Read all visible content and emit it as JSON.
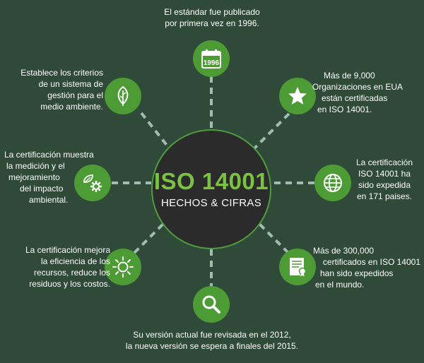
{
  "center": {
    "title": "ISO 14001",
    "subtitle": "HECHOS & CIFRAS"
  },
  "colors": {
    "background": "#2f4a39",
    "node": "#4d9b34",
    "accent": "#7cc242",
    "center_fill": "#2b2b2b",
    "connector": "#9fbdb0"
  },
  "nodes": {
    "top": {
      "icon": "calendar-icon",
      "icon_text": "1996",
      "lines": [
        "El estándar fue publicado",
        "por primera vez en 1996."
      ]
    },
    "top_right": {
      "icon": "star-icon",
      "lines": [
        "Más de 9,000",
        "Organizaciones en EUA",
        "están certificadas",
        "en ISO 14001."
      ]
    },
    "right": {
      "icon": "globe-icon",
      "lines": [
        "La certificación",
        "ISO 14001 ha",
        "sido expedida",
        "en 171 paises."
      ]
    },
    "bottom_right": {
      "icon": "certificate-icon",
      "lines": [
        "Más de 300,000",
        "certificados en ISO 14001",
        "han sido expedidos",
        "en el mundo."
      ]
    },
    "bottom": {
      "icon": "magnifier-icon",
      "lines": [
        "Su versión actual fue revisada en el 2012,",
        "la nueva versión se espera a finales del 2015."
      ]
    },
    "bottom_left": {
      "icon": "sun-icon",
      "lines": [
        "La certificación mejora",
        "la eficiencia de los",
        "recursos, reduce los",
        "residuos y los costos."
      ]
    },
    "left": {
      "icon": "leaf-gear-icon",
      "lines": [
        "La certificación muestra",
        "la medición y el",
        "mejoramiento",
        "del impacto",
        "ambiental."
      ]
    },
    "top_left": {
      "icon": "leaf-icon",
      "lines": [
        "Establece los criterios",
        "de un sistema de",
        "gestión para el",
        "medio ambiente."
      ]
    }
  }
}
